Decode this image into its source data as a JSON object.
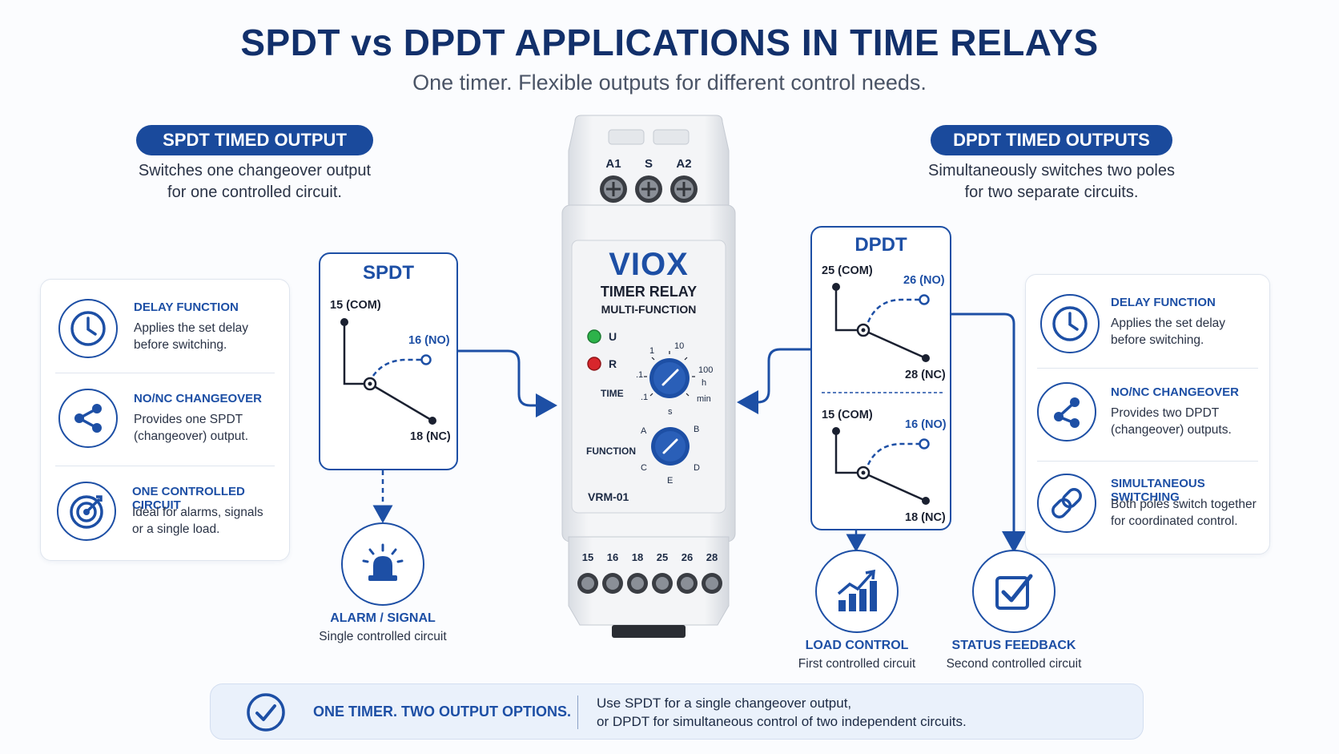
{
  "title": "SPDT vs DPDT APPLICATIONS IN TIME RELAYS",
  "subtitle": "One timer. Flexible outputs for different control needs.",
  "spdt_section": {
    "pill": "SPDT TIMED OUTPUT",
    "desc_line1": "Switches one changeover output",
    "desc_line2": "for one controlled circuit."
  },
  "dpdt_section": {
    "pill": "DPDT TIMED OUTPUTS",
    "desc_line1": "Simultaneously switches two poles",
    "desc_line2": "for two separate circuits."
  },
  "left_features": [
    {
      "icon": "clock-icon",
      "title": "DELAY FUNCTION",
      "line1": "Applies the set delay",
      "line2": "before switching."
    },
    {
      "icon": "share-icon",
      "title": "NO/NC CHANGEOVER",
      "line1": "Provides one SPDT",
      "line2": "(changeover) output."
    },
    {
      "icon": "target-icon",
      "title": "ONE CONTROLLED CIRCUIT",
      "line1": "Ideal for alarms, signals",
      "line2": "or a single load."
    }
  ],
  "right_features": [
    {
      "icon": "clock-icon",
      "title": "DELAY FUNCTION",
      "line1": "Applies the set delay",
      "line2": "before switching."
    },
    {
      "icon": "share-icon",
      "title": "NO/NC CHANGEOVER",
      "line1": "Provides two DPDT",
      "line2": "(changeover) outputs."
    },
    {
      "icon": "link-icon",
      "title": "SIMULTANEOUS SWITCHING",
      "line1": "Both poles switch together",
      "line2": "for coordinated control."
    }
  ],
  "spdt_diagram": {
    "title": "SPDT",
    "com": "15 (COM)",
    "no": "16 (NO)",
    "nc": "18 (NC)"
  },
  "dpdt_diagram": {
    "title": "DPDT",
    "pole1": {
      "com": "25 (COM)",
      "no": "26 (NO)",
      "nc": "28 (NC)"
    },
    "pole2": {
      "com": "15 (COM)",
      "no": "16 (NO)",
      "nc": "18 (NC)"
    }
  },
  "device": {
    "brand": "VIOX",
    "name": "TIMER RELAY",
    "subname": "MULTI-FUNCTION",
    "top_terminals": [
      "A1",
      "S",
      "A2"
    ],
    "led_u": "U",
    "led_r": "R",
    "time_label": "TIME",
    "time_scale": {
      "t1": "1",
      "t10": "10",
      "t100": "100",
      "t01": ".1",
      "t1b": ".1",
      "h": "h",
      "min": "min",
      "s": "s"
    },
    "function_label": "FUNCTION",
    "function_scale": {
      "a": "A",
      "b": "B",
      "c": "C",
      "d": "D",
      "e": "E"
    },
    "model": "VRM-01",
    "bottom_terminals": [
      "15",
      "16",
      "18",
      "25",
      "26",
      "28"
    ]
  },
  "applications": [
    {
      "icon": "alarm-beacon-icon",
      "title": "ALARM / SIGNAL",
      "desc": "Single controlled circuit"
    },
    {
      "icon": "growth-chart-icon",
      "title": "LOAD CONTROL",
      "desc": "First controlled circuit"
    },
    {
      "icon": "check-box-icon",
      "title": "STATUS FEEDBACK",
      "desc": "Second controlled circuit"
    }
  ],
  "footer": {
    "headline": "ONE TIMER. TWO OUTPUT OPTIONS.",
    "line1": "Use SPDT for a single changeover output,",
    "line2": "or DPDT for simultaneous control of two independent circuits."
  },
  "colors": {
    "accent": "#1d4fa5",
    "navy": "#12306b",
    "led_green": "#2db34a",
    "led_red": "#d8262c"
  }
}
